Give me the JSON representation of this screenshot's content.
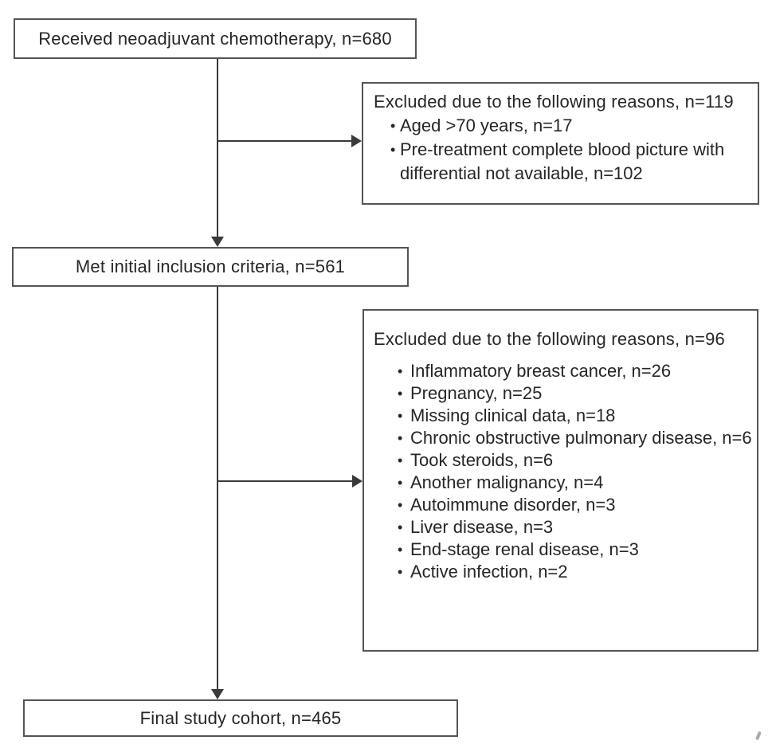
{
  "page": {
    "background": "#ffffff",
    "text_color": "#262626",
    "box_border_color": "#545454",
    "arrow_color": "#3a3a3a"
  },
  "flowchart": {
    "received": {
      "label": "Received neoadjuvant chemotherapy, n=680"
    },
    "exclusion1": {
      "title": "Excluded due to the following reasons, n=119",
      "items": [
        "Aged >70 years, n=17",
        "Pre-treatment complete blood picture with differential not available, n=102"
      ]
    },
    "met_criteria": {
      "label": "Met initial inclusion criteria, n=561"
    },
    "exclusion2": {
      "title": "Excluded due to the following reasons, n=96",
      "items": [
        "Inflammatory breast cancer, n=26",
        "Pregnancy, n=25",
        "Missing clinical data, n=18",
        "Chronic obstructive pulmonary disease, n=6",
        "Took steroids, n=6",
        "Another malignancy, n=4",
        "Autoimmune disorder, n=3",
        "Liver disease, n=3",
        "End-stage renal disease, n=3",
        "Active infection, n=2"
      ]
    },
    "final_cohort": {
      "label": "Final study cohort, n=465"
    }
  }
}
